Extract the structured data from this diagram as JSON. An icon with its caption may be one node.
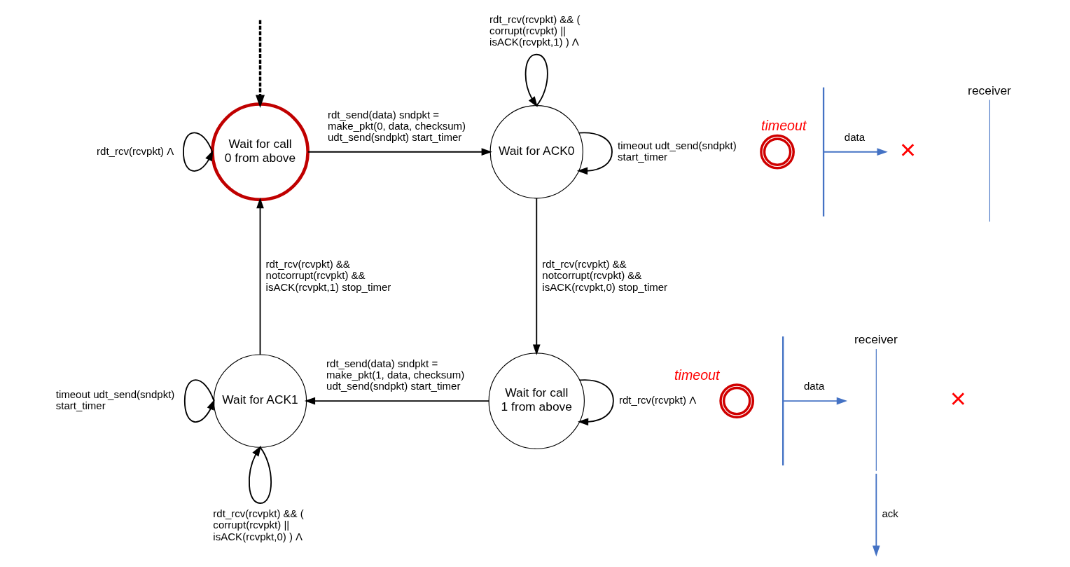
{
  "diagram": {
    "nodes": [
      {
        "text": [
          "Wait for call 0 from above"
        ]
      },
      {
        "text": [
          "Wait for ACK0"
        ]
      },
      {
        "text": [
          "Wait for call 1 from above"
        ]
      },
      {
        "text": [
          "Wait for ACK1"
        ]
      },
      {
        "text": [
          "receiver"
        ]
      },
      {
        "text": [],
        "shape": "bar"
      },
      {
        "text": [],
        "shape": "picture",
        "beside": [
          "timeout"
        ]
      },
      {
        "text": [
          "×"
        ]
      },
      {
        "text": [
          "receiver"
        ]
      },
      {
        "text": [],
        "shape": "bar"
      },
      {
        "text": [],
        "shape": "picture",
        "beside": [
          "timeout"
        ]
      },
      {
        "text": [
          "×"
        ]
      }
    ],
    "edges": [
      {
        "from": null,
        "to": 0,
        "arrow": "to",
        "style": "dashed"
      },
      {
        "from": 0,
        "to": 0,
        "arrow": "to",
        "label": "rdt_rcv(rcvpkt) Λ"
      },
      {
        "from": 0,
        "to": 1,
        "arrow": "to",
        "label": "rdt_send(data) sndpkt = make_pkt(0, data, checksum) udt_send(sndpkt) start_timer"
      },
      {
        "from": 1,
        "to": 1,
        "arrow": "to",
        "label": "rdt_rcv(rcvpkt) && ( corrupt(rcvpkt) || isACK(rcvpkt,1) ) Λ"
      },
      {
        "from": 1,
        "to": 1,
        "arrow": "to",
        "label": "timeout udt_send(sndpkt) start_timer"
      },
      {
        "from": 1,
        "to": 2,
        "arrow": "to",
        "label": "rdt_rcv(rcvpkt) && notcorrupt(rcvpkt) && isACK(rcvpkt,0) stop_timer"
      },
      {
        "from": 2,
        "to": 2,
        "arrow": "to",
        "label": "rdt_rcv(rcvpkt) Λ"
      },
      {
        "from": 2,
        "to": 3,
        "arrow": "to",
        "label": "rdt_send(data) sndpkt = make_pkt(1, data, checksum) udt_send(sndpkt) start_timer"
      },
      {
        "from": 3,
        "to": 3,
        "arrow": "to",
        "label": "timeout udt_send(sndpkt) start_timer"
      },
      {
        "from": 3,
        "to": 3,
        "arrow": "to",
        "label": "rdt_rcv(rcvpkt) && ( corrupt(rcvpkt) || isACK(rcvpkt,0) ) Λ"
      },
      {
        "from": 3,
        "to": 0,
        "arrow": "to",
        "label": "rdt_rcv(rcvpkt) && notcorrupt(rcvpkt) && isACK(rcvpkt,1) stop_timer"
      },
      {
        "from": 5,
        "to": 7,
        "arrow": "to",
        "label": "data",
        "color": "#4472c4"
      },
      {
        "from": 9,
        "to": 8,
        "arrow": "to",
        "label": "data",
        "color": "#4472c4"
      },
      {
        "from": 8,
        "to": null,
        "arrow": "to",
        "label": "ack",
        "color": "#4472c4"
      }
    ]
  }
}
